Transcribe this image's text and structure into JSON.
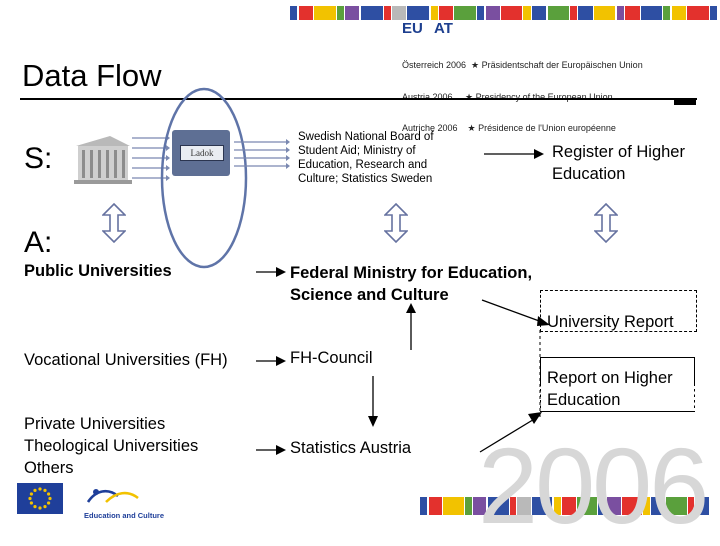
{
  "header": {
    "eu": "EU",
    "at": "AT",
    "presidency_lines": [
      "Österreich 2006  ★ Präsidentschaft der Europäischen Union",
      "Austria 2006     ★ Presidency of the European Union",
      "Autriche 2006    ★ Présidence de l'Union européenne"
    ],
    "stripe_colors": [
      "#2e4fa3",
      "#e3312d",
      "#f2c200",
      "#5aa03c",
      "#7a4fa0",
      "#2e4fa3",
      "#e3312d",
      "#b9b9b9",
      "#2e4fa3",
      "#f2c200",
      "#e3312d",
      "#5aa03c",
      "#2e4fa3",
      "#7a4fa0",
      "#e3312d",
      "#f2c200",
      "#2e4fa3",
      "#5aa03c",
      "#e3312d",
      "#2e4fa3",
      "#f2c200",
      "#7a4fa0",
      "#e3312d",
      "#2e4fa3",
      "#5aa03c",
      "#f2c200",
      "#e3312d",
      "#2e4fa3"
    ]
  },
  "title": "Data Flow",
  "sweden": {
    "row_label": "S:",
    "ladok_label": "Ladok",
    "agencies": "Swedish National Board of Student Aid; Ministry of Education, Research and Culture; Statistics Sweden",
    "register": "Register of Higher Education"
  },
  "austria": {
    "row_label": "A:",
    "public_universities": "Public Universities",
    "federal_ministry": "Federal Ministry for Education, Science and Culture",
    "university_report": "University Report",
    "vocational": "Vocational Universities (FH)",
    "fh_council": "FH-Council",
    "report_on_he": "Report on Higher Education",
    "private_lines": [
      "Private Universities",
      "Theological Universities",
      "Others"
    ],
    "statistics_austria": "Statistics Austria"
  },
  "footer": {
    "logo_text": "Education and Culture",
    "watermark": "2006"
  }
}
